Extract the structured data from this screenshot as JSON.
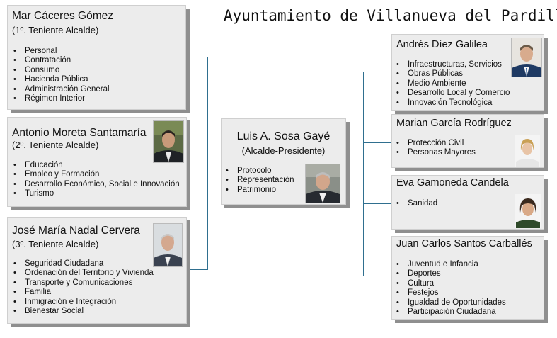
{
  "title": "Ayuntamiento de Villanueva del Pardillo",
  "mayor": {
    "name": "Luis A. Sosa Gayé",
    "role": "(Alcalde-Presidente)",
    "items": [
      "Protocolo",
      "Representación",
      "Patrimonio"
    ]
  },
  "left": [
    {
      "name": "Mar Cáceres Gómez",
      "role": "(1º. Teniente Alcalde)",
      "items": [
        "Personal",
        "Contratación",
        "Consumo",
        "Hacienda Pública",
        "Administración General",
        "Régimen Interior"
      ]
    },
    {
      "name": "Antonio Moreta Santamaría",
      "role": "(2º. Teniente Alcalde)",
      "items": [
        "Educación",
        "Empleo y Formación",
        "Desarrollo Económico, Social e Innovación",
        "Turismo"
      ]
    },
    {
      "name": "José María Nadal Cervera",
      "role": "(3º. Teniente Alcalde)",
      "items": [
        "Seguridad Ciudadana",
        "Ordenación del Territorio y Vivienda",
        "Transporte y Comunicaciones",
        "Familia",
        "Inmigración e Integración",
        "Bienestar Social"
      ]
    }
  ],
  "right": [
    {
      "name": "Andrés Díez Galilea",
      "items": [
        "Infraestructuras, Servicios",
        "Obras Públicas",
        "Medio Ambiente",
        "Desarrollo Local y Comercio",
        "Innovación Tecnológica"
      ]
    },
    {
      "name": "Marian García Rodríguez",
      "items": [
        "Protección Civil",
        "Personas Mayores"
      ]
    },
    {
      "name": "Eva Gamoneda Candela",
      "items": [
        "Sanidad"
      ]
    },
    {
      "name": "Juan Carlos Santos Carballés",
      "items": [
        "Juventud e Infancia",
        "Deportes",
        "Cultura",
        "Festejos",
        "Igualdad de Oportunidades",
        "Participación Ciudadana"
      ]
    }
  ],
  "colors": {
    "box": "#ececec",
    "shadow": "#8f8f8f",
    "connector": "#2f6f8f"
  }
}
